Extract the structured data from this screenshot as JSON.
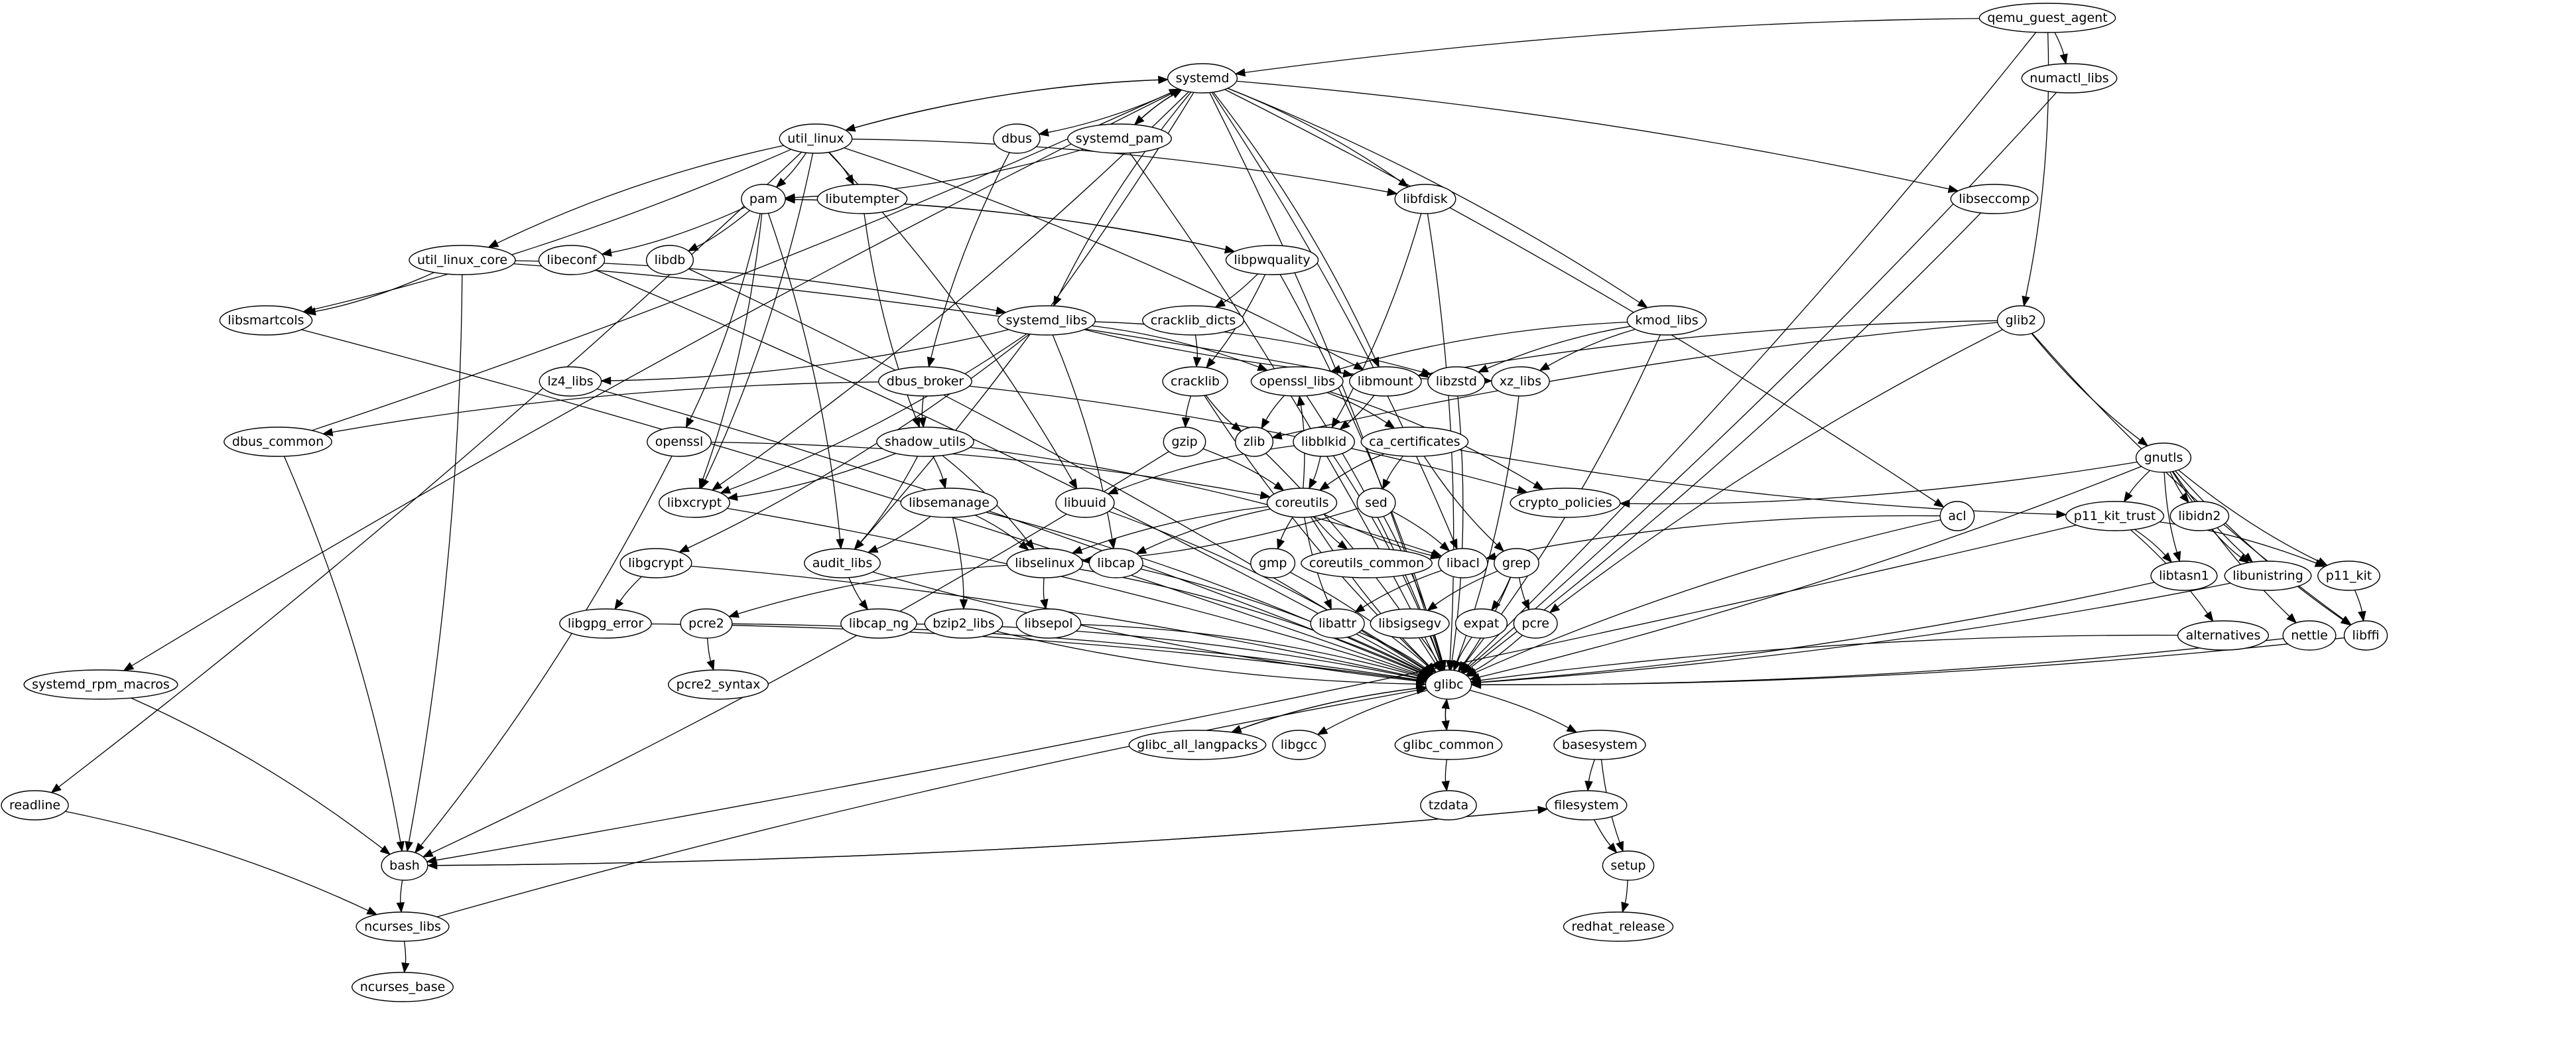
{
  "graph": {
    "type": "directed-dependency-graph",
    "nodes": [
      {
        "id": "qemu_guest_agent",
        "label": "qemu_guest_agent"
      },
      {
        "id": "systemd",
        "label": "systemd"
      },
      {
        "id": "numactl_libs",
        "label": "numactl_libs"
      },
      {
        "id": "util_linux",
        "label": "util_linux"
      },
      {
        "id": "dbus",
        "label": "dbus"
      },
      {
        "id": "systemd_pam",
        "label": "systemd_pam"
      },
      {
        "id": "pam",
        "label": "pam"
      },
      {
        "id": "libutempter",
        "label": "libutempter"
      },
      {
        "id": "libfdisk",
        "label": "libfdisk"
      },
      {
        "id": "libseccomp",
        "label": "libseccomp"
      },
      {
        "id": "util_linux_core",
        "label": "util_linux_core"
      },
      {
        "id": "libeconf",
        "label": "libeconf"
      },
      {
        "id": "libdb",
        "label": "libdb"
      },
      {
        "id": "libpwquality",
        "label": "libpwquality"
      },
      {
        "id": "libsmartcols",
        "label": "libsmartcols"
      },
      {
        "id": "systemd_libs",
        "label": "systemd_libs"
      },
      {
        "id": "cracklib_dicts",
        "label": "cracklib_dicts"
      },
      {
        "id": "kmod_libs",
        "label": "kmod_libs"
      },
      {
        "id": "glib2",
        "label": "glib2"
      },
      {
        "id": "lz4_libs",
        "label": "lz4_libs"
      },
      {
        "id": "dbus_broker",
        "label": "dbus_broker"
      },
      {
        "id": "cracklib",
        "label": "cracklib"
      },
      {
        "id": "openssl_libs",
        "label": "openssl_libs"
      },
      {
        "id": "libmount",
        "label": "libmount"
      },
      {
        "id": "libzstd",
        "label": "libzstd"
      },
      {
        "id": "xz_libs",
        "label": "xz_libs"
      },
      {
        "id": "dbus_common",
        "label": "dbus_common"
      },
      {
        "id": "openssl",
        "label": "openssl"
      },
      {
        "id": "shadow_utils",
        "label": "shadow_utils"
      },
      {
        "id": "gzip",
        "label": "gzip"
      },
      {
        "id": "zlib",
        "label": "zlib"
      },
      {
        "id": "libblkid",
        "label": "libblkid"
      },
      {
        "id": "ca_certificates",
        "label": "ca_certificates"
      },
      {
        "id": "gnutls",
        "label": "gnutls"
      },
      {
        "id": "libxcrypt",
        "label": "libxcrypt"
      },
      {
        "id": "libsemanage",
        "label": "libsemanage"
      },
      {
        "id": "libuuid",
        "label": "libuuid"
      },
      {
        "id": "coreutils",
        "label": "coreutils"
      },
      {
        "id": "sed",
        "label": "sed"
      },
      {
        "id": "crypto_policies",
        "label": "crypto_policies"
      },
      {
        "id": "acl",
        "label": "acl"
      },
      {
        "id": "p11_kit_trust",
        "label": "p11_kit_trust"
      },
      {
        "id": "libidn2",
        "label": "libidn2"
      },
      {
        "id": "libgcrypt",
        "label": "libgcrypt"
      },
      {
        "id": "audit_libs",
        "label": "audit_libs"
      },
      {
        "id": "libselinux",
        "label": "libselinux"
      },
      {
        "id": "libcap",
        "label": "libcap"
      },
      {
        "id": "gmp",
        "label": "gmp"
      },
      {
        "id": "coreutils_common",
        "label": "coreutils_common"
      },
      {
        "id": "libacl",
        "label": "libacl"
      },
      {
        "id": "grep",
        "label": "grep"
      },
      {
        "id": "libtasn1",
        "label": "libtasn1"
      },
      {
        "id": "libunistring",
        "label": "libunistring"
      },
      {
        "id": "p11_kit",
        "label": "p11_kit"
      },
      {
        "id": "libgpg_error",
        "label": "libgpg_error"
      },
      {
        "id": "pcre2",
        "label": "pcre2"
      },
      {
        "id": "libcap_ng",
        "label": "libcap_ng"
      },
      {
        "id": "bzip2_libs",
        "label": "bzip2_libs"
      },
      {
        "id": "libsepol",
        "label": "libsepol"
      },
      {
        "id": "libattr",
        "label": "libattr"
      },
      {
        "id": "libsigsegv",
        "label": "libsigsegv"
      },
      {
        "id": "expat",
        "label": "expat"
      },
      {
        "id": "pcre",
        "label": "pcre"
      },
      {
        "id": "alternatives",
        "label": "alternatives"
      },
      {
        "id": "nettle",
        "label": "nettle"
      },
      {
        "id": "libffi",
        "label": "libffi"
      },
      {
        "id": "systemd_rpm_macros",
        "label": "systemd_rpm_macros"
      },
      {
        "id": "pcre2_syntax",
        "label": "pcre2_syntax"
      },
      {
        "id": "glibc",
        "label": "glibc"
      },
      {
        "id": "glibc_all_langpacks",
        "label": "glibc_all_langpacks"
      },
      {
        "id": "libgcc",
        "label": "libgcc"
      },
      {
        "id": "glibc_common",
        "label": "glibc_common"
      },
      {
        "id": "basesystem",
        "label": "basesystem"
      },
      {
        "id": "readline",
        "label": "readline"
      },
      {
        "id": "tzdata",
        "label": "tzdata"
      },
      {
        "id": "filesystem",
        "label": "filesystem"
      },
      {
        "id": "bash",
        "label": "bash"
      },
      {
        "id": "setup",
        "label": "setup"
      },
      {
        "id": "ncurses_libs",
        "label": "ncurses_libs"
      },
      {
        "id": "redhat_release",
        "label": "redhat_release"
      },
      {
        "id": "ncurses_base",
        "label": "ncurses_base"
      }
    ],
    "edges": [
      [
        "qemu_guest_agent",
        "systemd"
      ],
      [
        "qemu_guest_agent",
        "numactl_libs"
      ],
      [
        "qemu_guest_agent",
        "glib2"
      ],
      [
        "qemu_guest_agent",
        "glibc"
      ],
      [
        "systemd",
        "util_linux"
      ],
      [
        "systemd",
        "dbus"
      ],
      [
        "systemd",
        "systemd_pam"
      ],
      [
        "systemd",
        "systemd_libs"
      ],
      [
        "systemd",
        "libfdisk"
      ],
      [
        "systemd",
        "libseccomp"
      ],
      [
        "systemd",
        "kmod_libs"
      ],
      [
        "systemd",
        "libmount"
      ],
      [
        "systemd",
        "acl"
      ],
      [
        "systemd",
        "libacl"
      ],
      [
        "systemd",
        "audit_libs"
      ],
      [
        "systemd",
        "libxcrypt"
      ],
      [
        "systemd",
        "systemd_rpm_macros"
      ],
      [
        "systemd",
        "glibc"
      ],
      [
        "numactl_libs",
        "glibc"
      ],
      [
        "util_linux",
        "pam"
      ],
      [
        "util_linux",
        "libutempter"
      ],
      [
        "util_linux",
        "libfdisk"
      ],
      [
        "util_linux",
        "util_linux_core"
      ],
      [
        "util_linux",
        "libsmartcols"
      ],
      [
        "util_linux",
        "libmount"
      ],
      [
        "util_linux",
        "libuuid"
      ],
      [
        "util_linux",
        "libxcrypt"
      ],
      [
        "util_linux",
        "readline"
      ],
      [
        "util_linux",
        "systemd"
      ],
      [
        "dbus",
        "dbus_broker"
      ],
      [
        "systemd_pam",
        "systemd"
      ],
      [
        "systemd_pam",
        "pam"
      ],
      [
        "systemd_pam",
        "glibc"
      ],
      [
        "pam",
        "libeconf"
      ],
      [
        "pam",
        "libdb"
      ],
      [
        "pam",
        "libpwquality"
      ],
      [
        "pam",
        "openssl"
      ],
      [
        "pam",
        "audit_libs"
      ],
      [
        "pam",
        "libxcrypt"
      ],
      [
        "libutempter",
        "shadow_utils"
      ],
      [
        "libfdisk",
        "libblkid"
      ],
      [
        "libfdisk",
        "glibc"
      ],
      [
        "libseccomp",
        "glibc"
      ],
      [
        "util_linux_core",
        "libsmartcols"
      ],
      [
        "util_linux_core",
        "systemd_libs"
      ],
      [
        "util_linux_core",
        "libmount"
      ],
      [
        "util_linux_core",
        "bash"
      ],
      [
        "libeconf",
        "glibc"
      ],
      [
        "libdb",
        "glibc"
      ],
      [
        "libpwquality",
        "pam"
      ],
      [
        "libpwquality",
        "cracklib_dicts"
      ],
      [
        "libpwquality",
        "cracklib"
      ],
      [
        "libpwquality",
        "glibc"
      ],
      [
        "libsmartcols",
        "glibc"
      ],
      [
        "systemd_libs",
        "lz4_libs"
      ],
      [
        "systemd_libs",
        "openssl_libs"
      ],
      [
        "systemd_libs",
        "libzstd"
      ],
      [
        "systemd_libs",
        "xz_libs"
      ],
      [
        "systemd_libs",
        "libgcrypt"
      ],
      [
        "systemd_libs",
        "libcap"
      ],
      [
        "systemd_libs",
        "libxcrypt"
      ],
      [
        "cracklib_dicts",
        "cracklib"
      ],
      [
        "kmod_libs",
        "openssl_libs"
      ],
      [
        "kmod_libs",
        "libzstd"
      ],
      [
        "kmod_libs",
        "xz_libs"
      ],
      [
        "kmod_libs",
        "glibc"
      ],
      [
        "glib2",
        "libmount"
      ],
      [
        "glib2",
        "zlib"
      ],
      [
        "glib2",
        "gnutls"
      ],
      [
        "glib2",
        "pcre"
      ],
      [
        "glib2",
        "libffi"
      ],
      [
        "lz4_libs",
        "glibc"
      ],
      [
        "dbus_broker",
        "shadow_utils"
      ],
      [
        "dbus_broker",
        "dbus_common"
      ],
      [
        "dbus_broker",
        "crypto_policies"
      ],
      [
        "cracklib",
        "gzip"
      ],
      [
        "cracklib",
        "zlib"
      ],
      [
        "cracklib",
        "glibc"
      ],
      [
        "openssl_libs",
        "zlib"
      ],
      [
        "openssl_libs",
        "ca_certificates"
      ],
      [
        "openssl_libs",
        "crypto_policies"
      ],
      [
        "openssl_libs",
        "glibc"
      ],
      [
        "libmount",
        "libblkid"
      ],
      [
        "libzstd",
        "glibc"
      ],
      [
        "xz_libs",
        "glibc"
      ],
      [
        "dbus_common",
        "systemd"
      ],
      [
        "dbus_common",
        "bash"
      ],
      [
        "openssl",
        "coreutils"
      ],
      [
        "openssl",
        "bash"
      ],
      [
        "shadow_utils",
        "libsemanage"
      ],
      [
        "shadow_utils",
        "audit_libs"
      ],
      [
        "shadow_utils",
        "libselinux"
      ],
      [
        "shadow_utils",
        "libxcrypt"
      ],
      [
        "shadow_utils",
        "libacl"
      ],
      [
        "gzip",
        "coreutils"
      ],
      [
        "gzip",
        "bash"
      ],
      [
        "zlib",
        "glibc"
      ],
      [
        "libblkid",
        "coreutils"
      ],
      [
        "libblkid",
        "libuuid"
      ],
      [
        "libblkid",
        "glibc"
      ],
      [
        "ca_certificates",
        "coreutils"
      ],
      [
        "ca_certificates",
        "sed"
      ],
      [
        "ca_certificates",
        "grep"
      ],
      [
        "ca_certificates",
        "p11_kit_trust"
      ],
      [
        "gnutls",
        "p11_kit_trust"
      ],
      [
        "gnutls",
        "libidn2"
      ],
      [
        "gnutls",
        "libunistring"
      ],
      [
        "gnutls",
        "p11_kit"
      ],
      [
        "gnutls",
        "libtasn1"
      ],
      [
        "gnutls",
        "nettle"
      ],
      [
        "gnutls",
        "libffi"
      ],
      [
        "gnutls",
        "crypto_policies"
      ],
      [
        "gnutls",
        "glibc"
      ],
      [
        "libxcrypt",
        "glibc"
      ],
      [
        "libsemanage",
        "audit_libs"
      ],
      [
        "libsemanage",
        "libselinux"
      ],
      [
        "libsemanage",
        "bzip2_libs"
      ],
      [
        "libsemanage",
        "glibc"
      ],
      [
        "libuuid",
        "glibc"
      ],
      [
        "coreutils",
        "openssl_libs"
      ],
      [
        "coreutils",
        "libselinux"
      ],
      [
        "coreutils",
        "libcap"
      ],
      [
        "coreutils",
        "gmp"
      ],
      [
        "coreutils",
        "coreutils_common"
      ],
      [
        "coreutils",
        "libacl"
      ],
      [
        "coreutils",
        "libattr"
      ],
      [
        "coreutils",
        "glibc"
      ],
      [
        "sed",
        "libselinux"
      ],
      [
        "sed",
        "libacl"
      ],
      [
        "sed",
        "glibc"
      ],
      [
        "acl",
        "libacl"
      ],
      [
        "acl",
        "glibc"
      ],
      [
        "p11_kit_trust",
        "libtasn1"
      ],
      [
        "p11_kit_trust",
        "p11_kit"
      ],
      [
        "p11_kit_trust",
        "alternatives"
      ],
      [
        "p11_kit_trust",
        "bash"
      ],
      [
        "libidn2",
        "libunistring"
      ],
      [
        "libgcrypt",
        "libgpg_error"
      ],
      [
        "libgcrypt",
        "glibc"
      ],
      [
        "audit_libs",
        "libcap_ng"
      ],
      [
        "audit_libs",
        "glibc"
      ],
      [
        "libselinux",
        "pcre2"
      ],
      [
        "libselinux",
        "libsepol"
      ],
      [
        "libselinux",
        "glibc"
      ],
      [
        "libcap",
        "glibc"
      ],
      [
        "gmp",
        "glibc"
      ],
      [
        "libacl",
        "libattr"
      ],
      [
        "grep",
        "libsigsegv"
      ],
      [
        "grep",
        "expat"
      ],
      [
        "grep",
        "pcre"
      ],
      [
        "grep",
        "glibc"
      ],
      [
        "libtasn1",
        "glibc"
      ],
      [
        "libunistring",
        "glibc"
      ],
      [
        "p11_kit",
        "libffi"
      ],
      [
        "libgpg_error",
        "glibc"
      ],
      [
        "pcre2",
        "pcre2_syntax"
      ],
      [
        "pcre2",
        "glibc"
      ],
      [
        "libcap_ng",
        "glibc"
      ],
      [
        "bzip2_libs",
        "glibc"
      ],
      [
        "libsepol",
        "glibc"
      ],
      [
        "libattr",
        "glibc"
      ],
      [
        "libsigsegv",
        "glibc"
      ],
      [
        "expat",
        "glibc"
      ],
      [
        "pcre",
        "glibc"
      ],
      [
        "alternatives",
        "glibc"
      ],
      [
        "nettle",
        "glibc"
      ],
      [
        "libffi",
        "glibc"
      ],
      [
        "systemd_rpm_macros",
        "bash"
      ],
      [
        "glibc",
        "glibc_all_langpacks"
      ],
      [
        "glibc",
        "libgcc"
      ],
      [
        "glibc",
        "glibc_common"
      ],
      [
        "glibc",
        "basesystem"
      ],
      [
        "glibc_all_langpacks",
        "glibc"
      ],
      [
        "glibc_common",
        "glibc"
      ],
      [
        "glibc_common",
        "tzdata"
      ],
      [
        "basesystem",
        "filesystem"
      ],
      [
        "basesystem",
        "setup"
      ],
      [
        "readline",
        "ncurses_libs"
      ],
      [
        "filesystem",
        "setup"
      ],
      [
        "filesystem",
        "bash"
      ],
      [
        "bash",
        "filesystem"
      ],
      [
        "bash",
        "ncurses_libs"
      ],
      [
        "setup",
        "redhat_release"
      ],
      [
        "ncurses_libs",
        "ncurses_base"
      ],
      [
        "ncurses_libs",
        "glibc"
      ]
    ]
  }
}
